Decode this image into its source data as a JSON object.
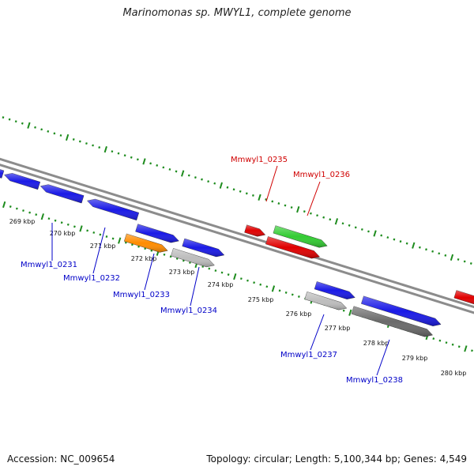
{
  "title": "Marinomonas sp. MWYL1, complete genome",
  "accession": "Accession: NC_009654",
  "summary": "Topology: circular; Length: 5,100,344 bp; Genes: 4,549",
  "ticks": [
    {
      "label": "269 kbp"
    },
    {
      "label": "270 kbp"
    },
    {
      "label": "271 kbp"
    },
    {
      "label": "272 kbp"
    },
    {
      "label": "273 kbp"
    },
    {
      "label": "274 kbp"
    },
    {
      "label": "275 kbp"
    },
    {
      "label": "276 kbp"
    },
    {
      "label": "277 kbp"
    },
    {
      "label": "278 kbp"
    },
    {
      "label": "279 kbp"
    },
    {
      "label": "280 kbp"
    }
  ],
  "genes": [
    {
      "label": "Mmwyl1_0231",
      "color": "#0000c8"
    },
    {
      "label": "Mmwyl1_0232",
      "color": "#0000c8"
    },
    {
      "label": "Mmwyl1_0233",
      "color": "#0000c8"
    },
    {
      "label": "Mmwyl1_0234",
      "color": "#0000c8"
    },
    {
      "label": "Mmwyl1_0235",
      "color": "#d00000"
    },
    {
      "label": "Mmwyl1_0236",
      "color": "#d00000"
    },
    {
      "label": "Mmwyl1_0237",
      "color": "#0000c8"
    },
    {
      "label": "Mmwyl1_0238",
      "color": "#0000c8"
    }
  ],
  "colors": {
    "blue": "#1a1ae6",
    "red": "#e00000",
    "green": "#33cc33",
    "orange": "#ff8c00",
    "gray": "#bdbdbd",
    "darkgray": "#6a6a6a",
    "backbone": "#8c8c8c",
    "tickgreen": "#1e8c1e"
  }
}
